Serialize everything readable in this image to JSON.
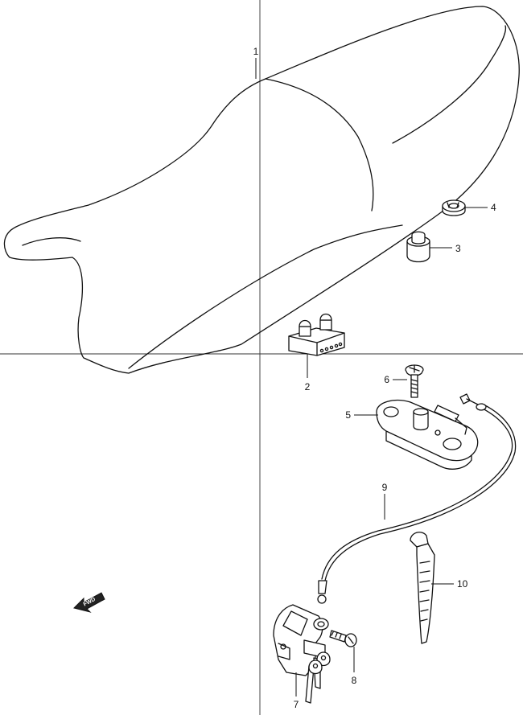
{
  "callouts": {
    "c1": "1",
    "c2": "2",
    "c3": "3",
    "c4": "4",
    "c5": "5",
    "c6": "6",
    "c7": "7",
    "c8": "8",
    "c9": "9",
    "c10": "10"
  },
  "fwd_label": "FWD",
  "colors": {
    "line": "#111111",
    "background": "#ffffff"
  }
}
